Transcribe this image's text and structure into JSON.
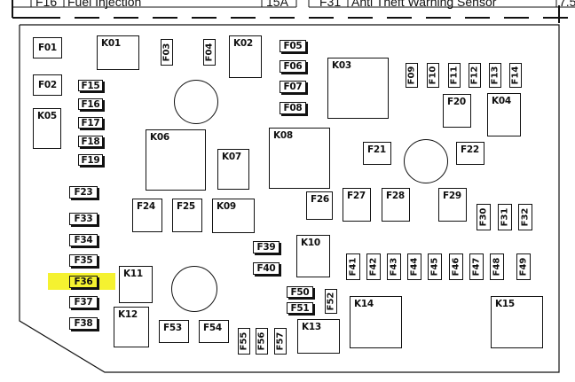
{
  "table_rows": [
    {
      "code": "F16",
      "desc": "Fuel Injection",
      "amps": "15A"
    },
    {
      "code": "F31",
      "desc": "Anti Theft Warning Sensor",
      "amps": "7.5"
    }
  ],
  "fuses": {
    "F01": "F01",
    "F02": "F02",
    "F03": "F03",
    "F04": "F04",
    "F05": "F05",
    "F06": "F06",
    "F07": "F07",
    "F08": "F08",
    "F09": "F09",
    "F10": "F10",
    "F11": "F11",
    "F12": "F12",
    "F13": "F13",
    "F14": "F14",
    "F15": "F15",
    "F16": "F16",
    "F17": "F17",
    "F18": "F18",
    "F19": "F19",
    "F20": "F20",
    "F21": "F21",
    "F22": "F22",
    "F23": "F23",
    "F24": "F24",
    "F25": "F25",
    "F26": "F26",
    "F27": "F27",
    "F28": "F28",
    "F29": "F29",
    "F30": "F30",
    "F31": "F31",
    "F32": "F32",
    "F33": "F33",
    "F34": "F34",
    "F35": "F35",
    "F36": "F36",
    "F37": "F37",
    "F38": "F38",
    "F39": "F39",
    "F40": "F40",
    "F41": "F41",
    "F42": "F42",
    "F43": "F43",
    "F44": "F44",
    "F45": "F45",
    "F46": "F46",
    "F47": "F47",
    "F48": "F48",
    "F49": "F49",
    "F50": "F50",
    "F51": "F51",
    "F52": "F52",
    "F53": "F53",
    "F54": "F54",
    "F55": "F55",
    "F56": "F56",
    "F57": "F57"
  },
  "relays": {
    "K01": "K01",
    "K02": "K02",
    "K03": "K03",
    "K04": "K04",
    "K05": "K05",
    "K06": "K06",
    "K07": "K07",
    "K08": "K08",
    "K09": "K09",
    "K10": "K10",
    "K11": "K11",
    "K12": "K12",
    "K13": "K13",
    "K14": "K14",
    "K15": "K15"
  },
  "highlighted_fuse": "F36",
  "highlight_color": "#f5f230"
}
